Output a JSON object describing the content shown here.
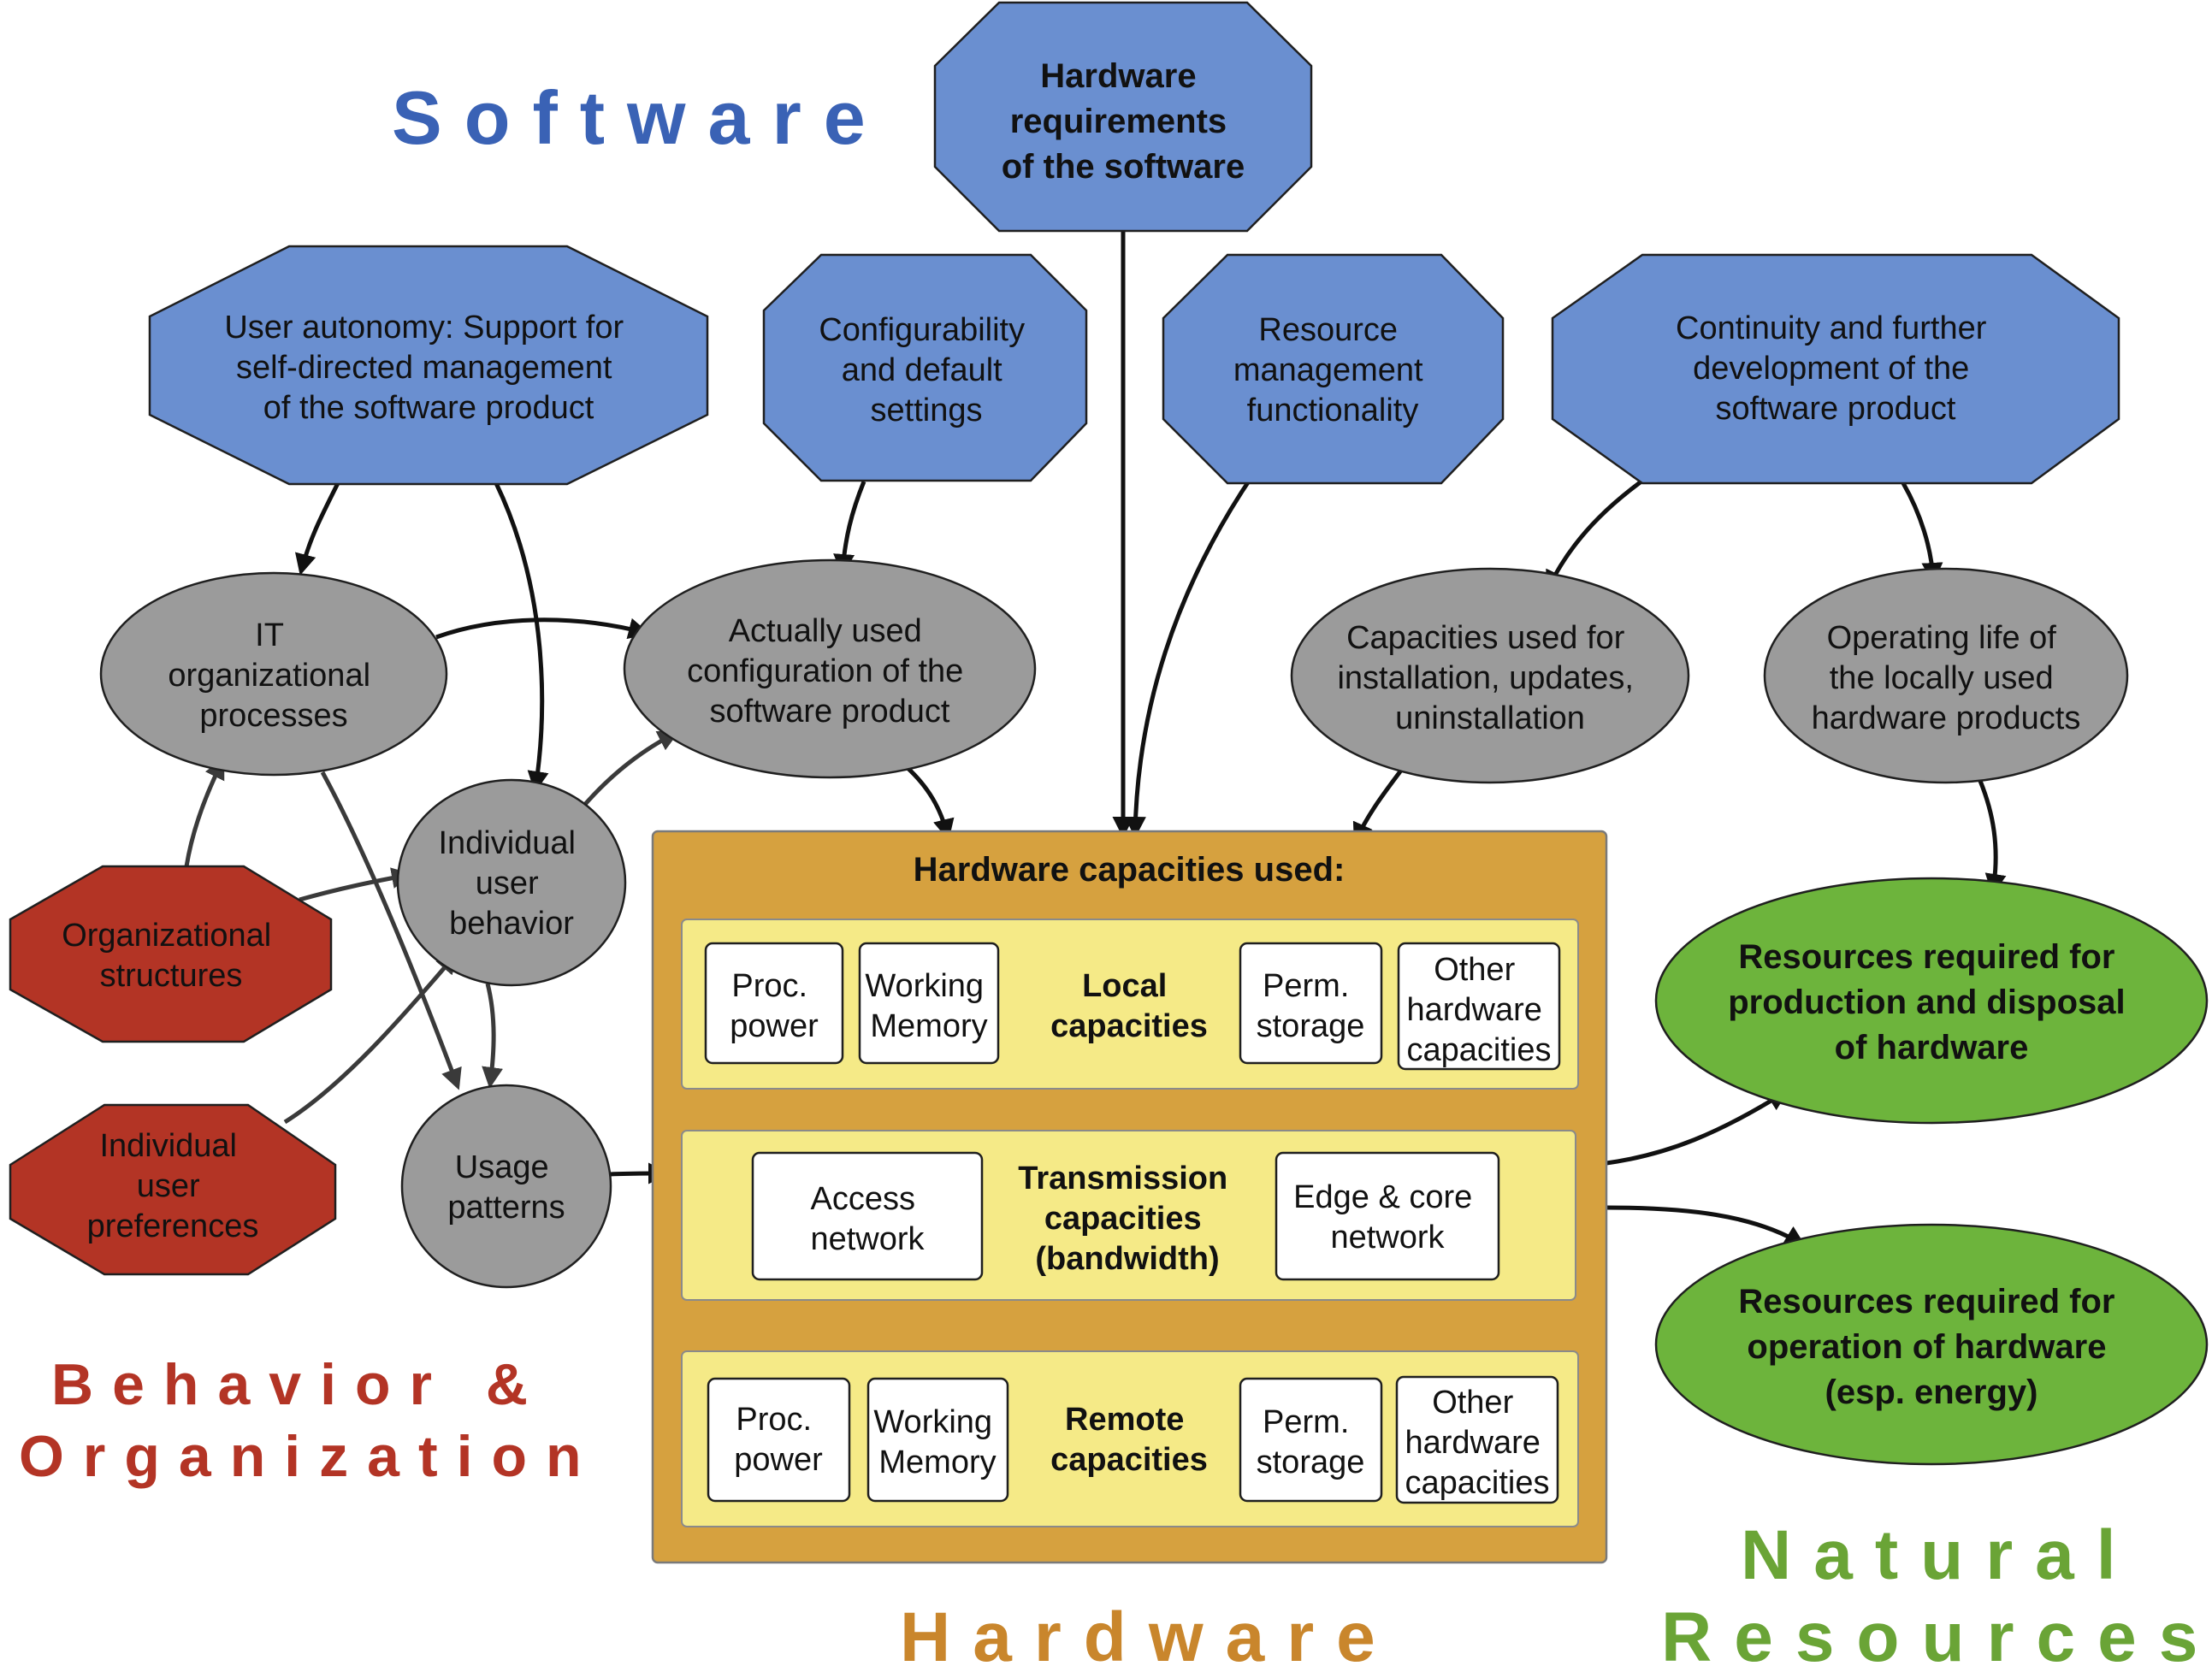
{
  "areas": {
    "software": "Software",
    "behavior_line1": "Behavior &",
    "behavior_line2": "Organization",
    "hardware": "Hardware",
    "natural_line1": "Natural",
    "natural_line2": "Resources"
  },
  "software_nodes": {
    "hw_requirements": [
      "Hardware",
      "requirements",
      "of the software"
    ],
    "user_autonomy": [
      "User autonomy: Support for",
      "self-directed management",
      "of the software product"
    ],
    "configurability": [
      "Configurability",
      "and default",
      "settings"
    ],
    "resource_mgmt": [
      "Resource",
      "management",
      "functionality"
    ],
    "continuity": [
      "Continuity and further",
      "development of the",
      "software product"
    ]
  },
  "behavior_nodes": {
    "it_processes": [
      "IT",
      "organizational",
      "processes"
    ],
    "actual_config": [
      "Actually used",
      "configuration of the",
      "software product"
    ],
    "individual_behavior": [
      "Individual",
      "user",
      "behavior"
    ],
    "usage_patterns": [
      "Usage",
      "patterns"
    ],
    "capacities_install": [
      "Capacities used for",
      "installation, updates,",
      "uninstallation"
    ],
    "operating_life": [
      "Operating life of",
      "the locally used",
      "hardware products"
    ],
    "org_structures": [
      "Organizational",
      "structures"
    ],
    "user_preferences": [
      "Individual",
      "user",
      "preferences"
    ]
  },
  "hardware": {
    "title": "Hardware capacities used:",
    "local": {
      "label": [
        "Local",
        "capacities"
      ],
      "proc": [
        "Proc.",
        "power"
      ],
      "memory": [
        "Working",
        "Memory"
      ],
      "storage": [
        "Perm.",
        "storage"
      ],
      "other": [
        "Other",
        "hardware",
        "capacities"
      ]
    },
    "transmission": {
      "label": [
        "Transmission",
        "capacities",
        "(bandwidth)"
      ],
      "access": [
        "Access",
        "network"
      ],
      "edge": [
        "Edge & core",
        "network"
      ]
    },
    "remote": {
      "label": [
        "Remote",
        "capacities"
      ],
      "proc": [
        "Proc.",
        "power"
      ],
      "memory": [
        "Working",
        "Memory"
      ],
      "storage": [
        "Perm.",
        "storage"
      ],
      "other": [
        "Other",
        "hardware",
        "capacities"
      ]
    }
  },
  "resource_nodes": {
    "production": [
      "Resources required for",
      "production and disposal",
      "of hardware"
    ],
    "operation": [
      "Resources required for",
      "operation of hardware",
      "(esp. energy)"
    ]
  },
  "colors": {
    "software_blue": "#6a8fd0",
    "behavior_gray": "#9b9b9b",
    "behavior_red": "#b33425",
    "hardware_orange": "#d6a13f",
    "hardware_band": "#f5ea87",
    "natural_green": "#6db43c"
  }
}
